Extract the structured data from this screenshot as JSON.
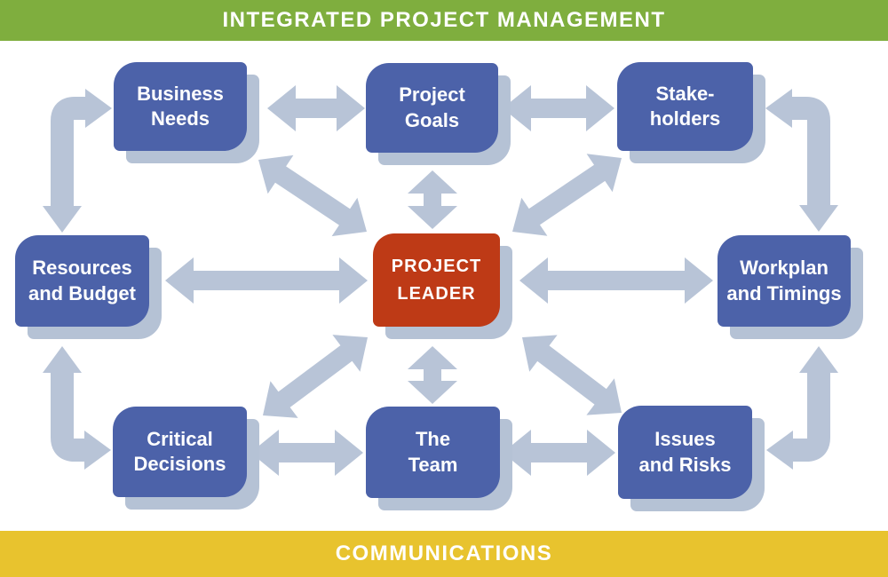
{
  "header": {
    "title": "INTEGRATED PROJECT MANAGEMENT"
  },
  "footer": {
    "title": "COMMUNICATIONS"
  },
  "leader": {
    "label": "PROJECT\nLEADER"
  },
  "nodes": [
    {
      "id": "business-needs",
      "label": "Business\nNeeds"
    },
    {
      "id": "project-goals",
      "label": "Project\nGoals"
    },
    {
      "id": "stakeholders",
      "label": "Stake-\nholders"
    },
    {
      "id": "resources-and-budget",
      "label": "Resources\nand Budget"
    },
    {
      "id": "workplan-and-timings",
      "label": "Workplan\nand Timings"
    },
    {
      "id": "critical-decisions",
      "label": "Critical\nDecisions"
    },
    {
      "id": "the-team",
      "label": "The\nTeam"
    },
    {
      "id": "issues-and-risks",
      "label": "Issues\nand Risks"
    }
  ],
  "colors": {
    "banner_green": "#7fae3e",
    "banner_yellow": "#e8c32e",
    "node_blue": "#4c62a9",
    "leader_red": "#be3a16",
    "arrow_gray": "#b8c4d7",
    "shadow_gray": "#b5c2d5",
    "text_white": "#ffffff"
  }
}
